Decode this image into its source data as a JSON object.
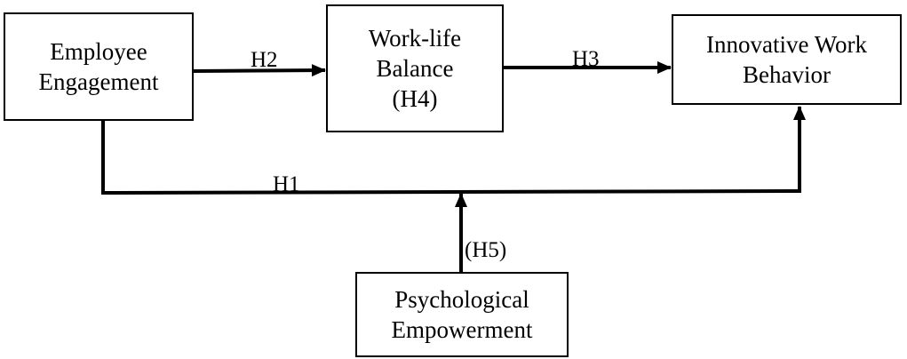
{
  "nodes": {
    "employee_engagement": "Employee\nEngagement",
    "work_life_balance": "Work-life\nBalance\n(H4)",
    "innovative_work_behavior": "Innovative Work\nBehavior",
    "psychological_empowerment": "Psychological\nEmpowerment"
  },
  "edges": {
    "h1": "H1",
    "h2": "H2",
    "h3": "H3",
    "h5": "(H5)"
  },
  "colors": {
    "stroke": "#000000",
    "background": "#ffffff"
  }
}
